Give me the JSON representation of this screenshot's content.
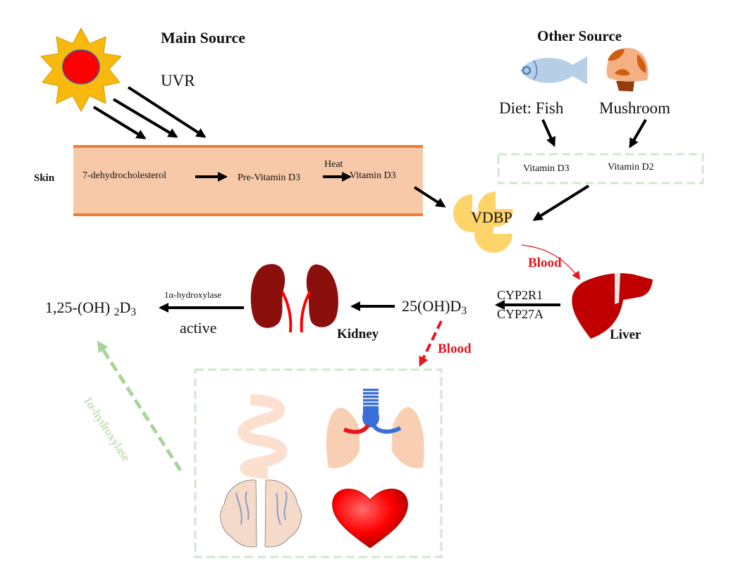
{
  "main_source": {
    "title": "Main Source",
    "uvr_label": "UVR"
  },
  "skin": {
    "label": "Skin",
    "step1": "7-dehydrocholesterol",
    "step2": "Pre-Vitamin D3",
    "heat_label": "Heat",
    "step3": "Vitamin D3"
  },
  "other_source": {
    "title": "Other Source",
    "fish_label": "Diet: Fish",
    "mushroom_label": "Mushroom",
    "box_item1": "Vitamin D3",
    "box_item2": "Vitamin D2"
  },
  "vdbp": {
    "label": "VDBP"
  },
  "blood_label_1": "Blood",
  "liver": {
    "label": "Liver",
    "enzyme1": "CYP2R1",
    "enzyme2": "CYP27A"
  },
  "metabolite": {
    "base": "25(OH)D",
    "sub": "3"
  },
  "kidney": {
    "label": "Kidney",
    "enzyme": "1α-hydroxylase",
    "active_label": "active"
  },
  "active_form": {
    "prefix": "1,25-(OH) ",
    "sub1": "2",
    "mid": "D",
    "sub2": "3"
  },
  "blood_label_2": "Blood",
  "tissue_enzyme_label": "1α-hydroxylase",
  "tissues": [
    "intestine",
    "lungs",
    "brain",
    "heart"
  ],
  "colors": {
    "sun_outer": "#f7b90e",
    "sun_core": "#ff0000",
    "skin_fill": "#f7c9a9",
    "skin_border": "#ed7d31",
    "dashed_green": "#cfe8cd",
    "green_arrow": "#a8d49a",
    "vdbp": "#fdd46a",
    "liver": "#c00000",
    "kidney": "#8b0f0c",
    "blood_red": "#e8141b",
    "fish": "#b7cfe6",
    "mushroom_cap": "#f4b083",
    "mushroom_spot": "#d05e12",
    "mushroom_stem": "#943d0c"
  }
}
